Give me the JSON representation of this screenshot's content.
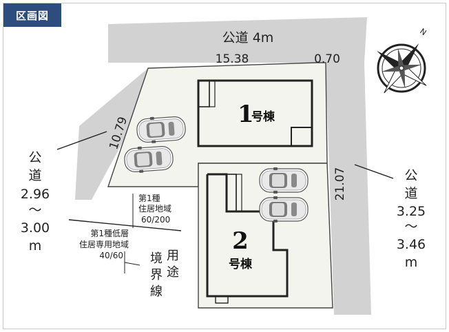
{
  "header": {
    "label": "区画図",
    "bg_color": "#2e4d7f"
  },
  "roads": {
    "north": {
      "line1": "公道 4m"
    },
    "west": {
      "lines": [
        "公",
        "道",
        "2.96",
        "～",
        "3.00",
        "m"
      ]
    },
    "east": {
      "lines": [
        "公",
        "道",
        "3.25",
        "～",
        "3.46",
        "m"
      ]
    }
  },
  "dimensions": {
    "north_long": "15.38",
    "north_short": "0.70",
    "west": "10.79",
    "east": "21.07"
  },
  "lots": {
    "lot1": {
      "num": "1",
      "suffix": "号棟"
    },
    "lot2": {
      "num": "2",
      "suffix": "号棟"
    }
  },
  "zoning": {
    "zone_a": {
      "lines": [
        "第1種",
        "住居地域",
        "60/200"
      ]
    },
    "zone_b": {
      "lines": [
        "第1種低層",
        "住居専用地域",
        "40/60"
      ]
    },
    "boundary": {
      "col1": [
        "用",
        "途"
      ],
      "col2": [
        "境",
        "界",
        "線"
      ]
    }
  },
  "colors": {
    "road": "#d2d2d2",
    "lot": "#f4f4ef",
    "building": "#222222",
    "text": "#222222"
  },
  "icons": [
    "compass-rose-icon",
    "car-icon"
  ]
}
